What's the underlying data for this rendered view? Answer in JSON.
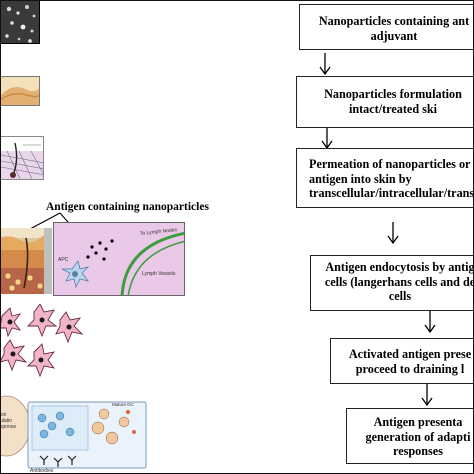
{
  "left_panel": {
    "antigen_label": "Antigen containing nanoparticles",
    "inset": {
      "apc_label": "APC",
      "lymph_nodes_label": "To Lymph Nodes",
      "lymph_vessels_label": "Lymph Vessels"
    }
  },
  "flow": {
    "steps": [
      {
        "text": "Nanoparticles containing ant\nadjuvant"
      },
      {
        "text": "Nanoparticles formulation\nintact/treated ski"
      },
      {
        "text": "Permeation of nanoparticles or\nantigen into skin by\ntranscellular/intracellular/trans"
      },
      {
        "text": "Antigen endocytosis by antig\ncells (langerhans cells and de\ncells"
      },
      {
        "text": "Activated antigen prese\nproceed to draining l"
      },
      {
        "text": "Antigen presenta\ngeneration of adapti\nresponses"
      }
    ]
  },
  "colors": {
    "box_border": "#222222",
    "inset_bg": "#e9c8e8",
    "skin_tone": "#e8c07a",
    "cell_pink": "#f2b4c8"
  }
}
